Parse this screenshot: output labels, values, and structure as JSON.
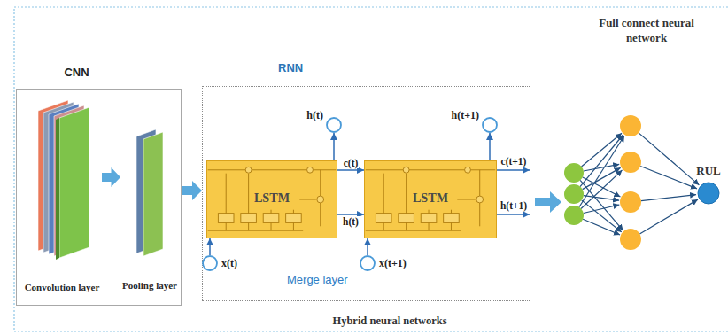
{
  "diagram": {
    "nodes": [
      {
        "text": [
          "CNN"
        ]
      },
      {
        "text": [
          "Convolution layer"
        ],
        "in": 0
      },
      {
        "text": [
          "Pooling layer"
        ],
        "in": 0
      },
      {
        "text": [
          "RNN",
          "Merge layer"
        ]
      },
      {
        "text": [
          "LSTM"
        ],
        "in": 3
      },
      {
        "text": [
          "LSTM"
        ],
        "in": 3
      },
      {
        "text": [
          "h(t)"
        ],
        "in": 3
      },
      {
        "text": [
          "x(t)"
        ],
        "in": 3
      },
      {
        "text": [
          "h(t+1)"
        ],
        "in": 3
      },
      {
        "text": [
          "x(t+1)"
        ],
        "in": 3
      },
      {
        "text": [
          "RUL"
        ]
      }
    ],
    "edges": [
      {
        "from": 1,
        "to": 2,
        "arrow": "to"
      },
      {
        "from": 0,
        "to": 3,
        "arrow": "to"
      },
      {
        "from": 7,
        "to": 4,
        "arrow": "to"
      },
      {
        "from": 4,
        "to": 6,
        "arrow": "to"
      },
      {
        "from": 4,
        "to": 5,
        "label": "c(t)",
        "arrow": "to"
      },
      {
        "from": 4,
        "to": 5,
        "label": "h(t)",
        "arrow": "to"
      },
      {
        "from": 9,
        "to": 5,
        "arrow": "to"
      },
      {
        "from": 5,
        "to": 8,
        "arrow": "to"
      }
    ],
    "labels": [
      "c(t+1)",
      "h(t+1)",
      "Full connect neural network",
      "Hybrid neural networks"
    ]
  }
}
